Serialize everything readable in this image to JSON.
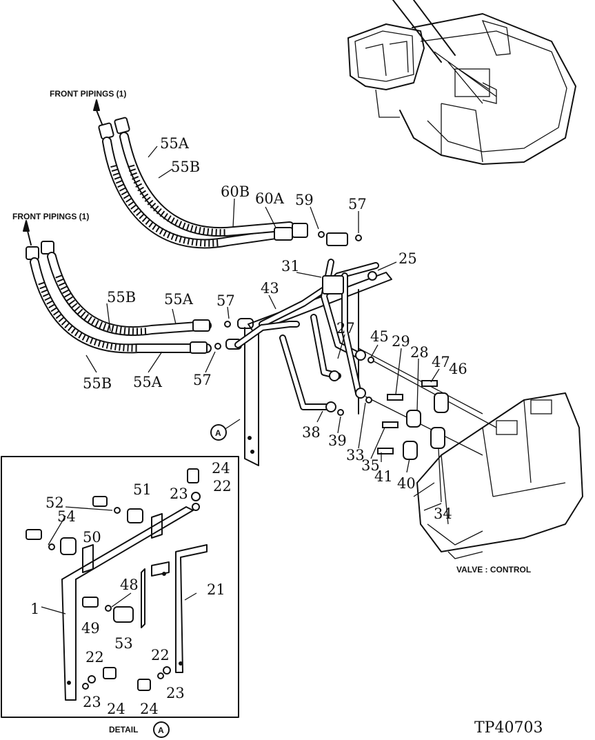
{
  "diagram": {
    "front_pipings_label": "FRONT PIPINGS (1)",
    "valve_label": "VALVE : CONTROL",
    "detail_label": "DETAIL",
    "detail_marker": "A",
    "figure_code": "TP40703",
    "part_labels": {
      "p55A_top": "55A",
      "p55B_top": "55B",
      "p60B": "60B",
      "p60A": "60A",
      "p59": "59",
      "p57_top": "57",
      "p31": "31",
      "p25": "25",
      "p43": "43",
      "p55B_mid": "55B",
      "p55A_mid": "55A",
      "p57_mid": "57",
      "p57_low": "57",
      "p55B_low": "55B",
      "p55A_low": "55A",
      "p27": "27",
      "p45": "45",
      "p29": "29",
      "p28": "28",
      "p47": "47",
      "p46": "46",
      "p38": "38",
      "p39": "39",
      "p33": "33",
      "p35": "35",
      "p41": "41",
      "p40": "40",
      "p34": "34",
      "d24a": "24",
      "d22a": "22",
      "d23a": "23",
      "d51": "51",
      "d52": "52",
      "d54": "54",
      "d50": "50",
      "d48": "48",
      "d21": "21",
      "d1": "1",
      "d49": "49",
      "d53": "53",
      "d22b": "22",
      "d23b": "23",
      "d24b": "24",
      "d22c": "22",
      "d23c": "23",
      "d24c": "24"
    }
  }
}
